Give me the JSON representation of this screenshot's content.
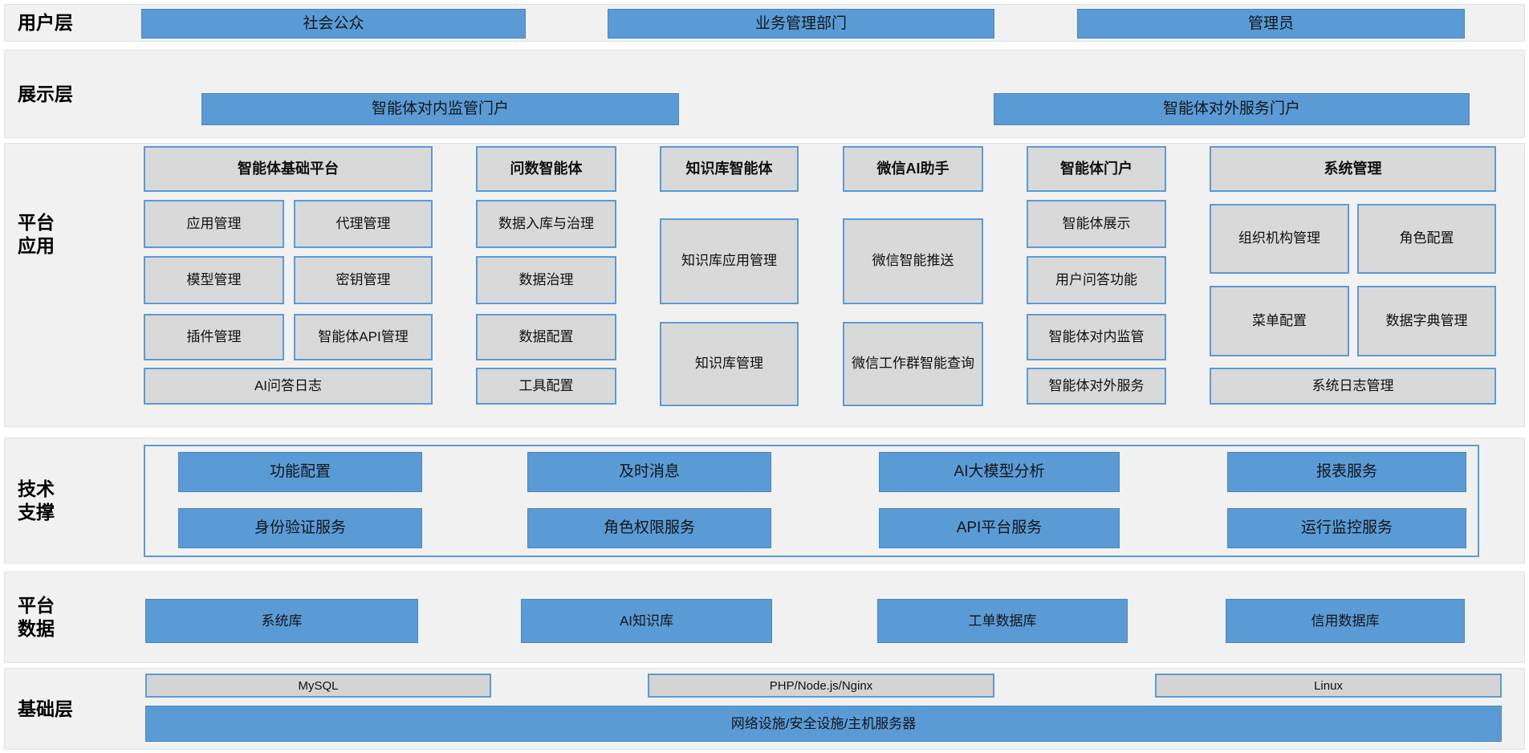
{
  "colors": {
    "accent_blue": "#5b9bd5",
    "box_gray": "#d9d9d9",
    "band_background": "#f1f1f1",
    "text": "#111111"
  },
  "layers": {
    "user": {
      "label": "用户层",
      "items": [
        "社会公众",
        "业务管理部门",
        "管理员"
      ]
    },
    "display": {
      "label": "展示层",
      "items": [
        "智能体对内监管门户",
        "智能体对外服务门户"
      ]
    },
    "platform_app": {
      "label": "平台\n应用",
      "columns": [
        {
          "header": "智能体基础平台",
          "items": [
            "应用管理",
            "代理管理",
            "模型管理",
            "密钥管理",
            "插件管理",
            "智能体API管理"
          ],
          "footer": "AI问答日志"
        },
        {
          "header": "问数智能体",
          "items": [
            "数据入库与治理",
            "数据治理",
            "数据配置",
            "工具配置"
          ]
        },
        {
          "header": "知识库智能体",
          "items": [
            "知识库应用管理",
            "知识库管理"
          ]
        },
        {
          "header": "微信AI助手",
          "items": [
            "微信智能推送",
            "微信工作群智能查询"
          ]
        },
        {
          "header": "智能体门户",
          "items": [
            "智能体展示",
            "用户问答功能",
            "智能体对内监管",
            "智能体对外服务"
          ]
        },
        {
          "header": "系统管理",
          "items": [
            "组织机构管理",
            "角色配置",
            "菜单配置",
            "数据字典管理"
          ],
          "footer": "系统日志管理"
        }
      ]
    },
    "tech_support": {
      "label": "技术\n支撑",
      "rows": [
        [
          "功能配置",
          "及时消息",
          "AI大模型分析",
          "报表服务"
        ],
        [
          "身份验证服务",
          "角色权限服务",
          "API平台服务",
          "运行监控服务"
        ]
      ]
    },
    "platform_data": {
      "label": "平台\n数据",
      "items": [
        "系统库",
        "AI知识库",
        "工单数据库",
        "信用数据库"
      ]
    },
    "infrastructure": {
      "label": "基础层",
      "items": [
        "MySQL",
        "PHP/Node.js/Nginx",
        "Linux"
      ],
      "full_width": "网络设施/安全设施/主机服务器"
    }
  }
}
